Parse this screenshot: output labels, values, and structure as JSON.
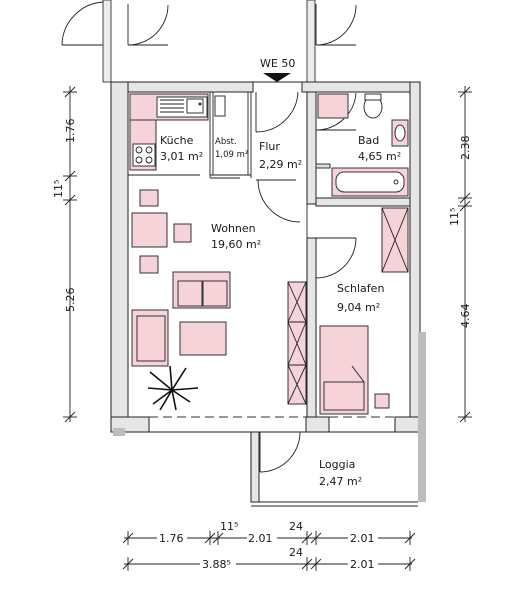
{
  "unit": {
    "label": "WE 50"
  },
  "rooms": {
    "kueche": {
      "name": "Küche",
      "area": "3,01 m²"
    },
    "abst": {
      "name": "Abst.",
      "area": "1,09 m²"
    },
    "flur": {
      "name": "Flur",
      "area": "2,29 m²"
    },
    "bad": {
      "name": "Bad",
      "area": "4,65 m²"
    },
    "wohnen": {
      "name": "Wohnen",
      "area": "19,60 m²"
    },
    "schlafen": {
      "name": "Schlafen",
      "area": "9,04 m²"
    },
    "loggia": {
      "name": "Loggia",
      "area": "2,47 m²"
    }
  },
  "dimensions": {
    "left": {
      "top": "1.76",
      "middle": "11⁵",
      "bottom": "5.26"
    },
    "right": {
      "top": "2.38",
      "middle": "11⁵",
      "bottom": "4.64"
    },
    "bottom_row1": {
      "a": "1.76",
      "b": "11⁵",
      "c": "2.01",
      "d": "24",
      "e": "2.01"
    },
    "bottom_row2": {
      "a": "3.88⁵",
      "b": "24",
      "c": "2.01"
    }
  },
  "colors": {
    "furniture": "#f6d3d8",
    "walls": "#e6e6e6",
    "lines": "#222222"
  }
}
